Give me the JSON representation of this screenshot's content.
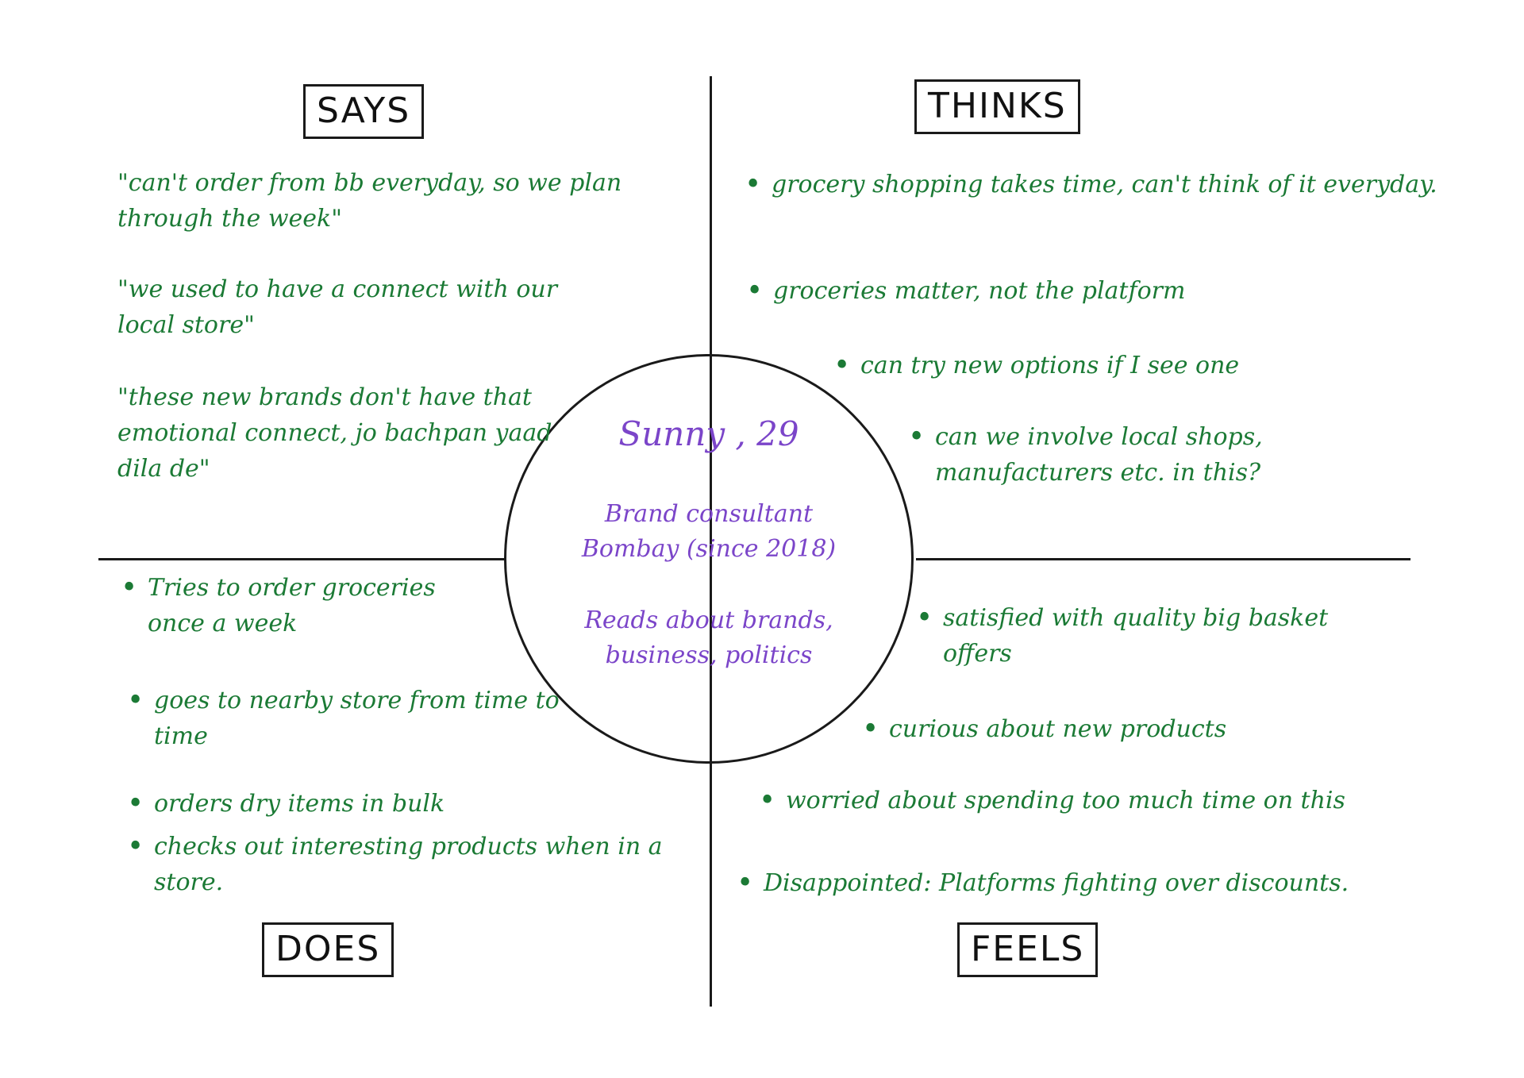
{
  "quadrants": {
    "says": {
      "label": "SAYS",
      "items": [
        "\"can't order from bb everyday, so we plan through the week\"",
        "\"we used to have a connect with our local store\"",
        "\"these new brands don't have that emotional connect, jo bachpan yaad dila de\""
      ]
    },
    "thinks": {
      "label": "THINKS",
      "items": [
        "grocery shopping takes time, can't think of it everyday.",
        "groceries matter, not the platform",
        "can try new options if I see one",
        "can we involve local shops, manufacturers etc. in this?"
      ]
    },
    "does": {
      "label": "DOES",
      "items": [
        "Tries to order groceries once a week",
        "goes to nearby store from time to time",
        "orders dry items in bulk",
        "checks out interesting products when in a store."
      ]
    },
    "feels": {
      "label": "FEELS",
      "items": [
        "satisfied with quality big basket offers",
        "curious about new products",
        "worried about spending too much time on this",
        "Disappointed: Platforms fighting over discounts."
      ]
    }
  },
  "persona": {
    "name": "Sunny , 29",
    "role_lines": [
      "Brand consultant",
      "Bombay (since 2018)"
    ],
    "reads_lines": [
      "Reads about brands,",
      "business, politics"
    ]
  },
  "colors": {
    "ink": "#1a1a1a",
    "notes": "#1b7a35",
    "persona": "#7b45c9"
  }
}
